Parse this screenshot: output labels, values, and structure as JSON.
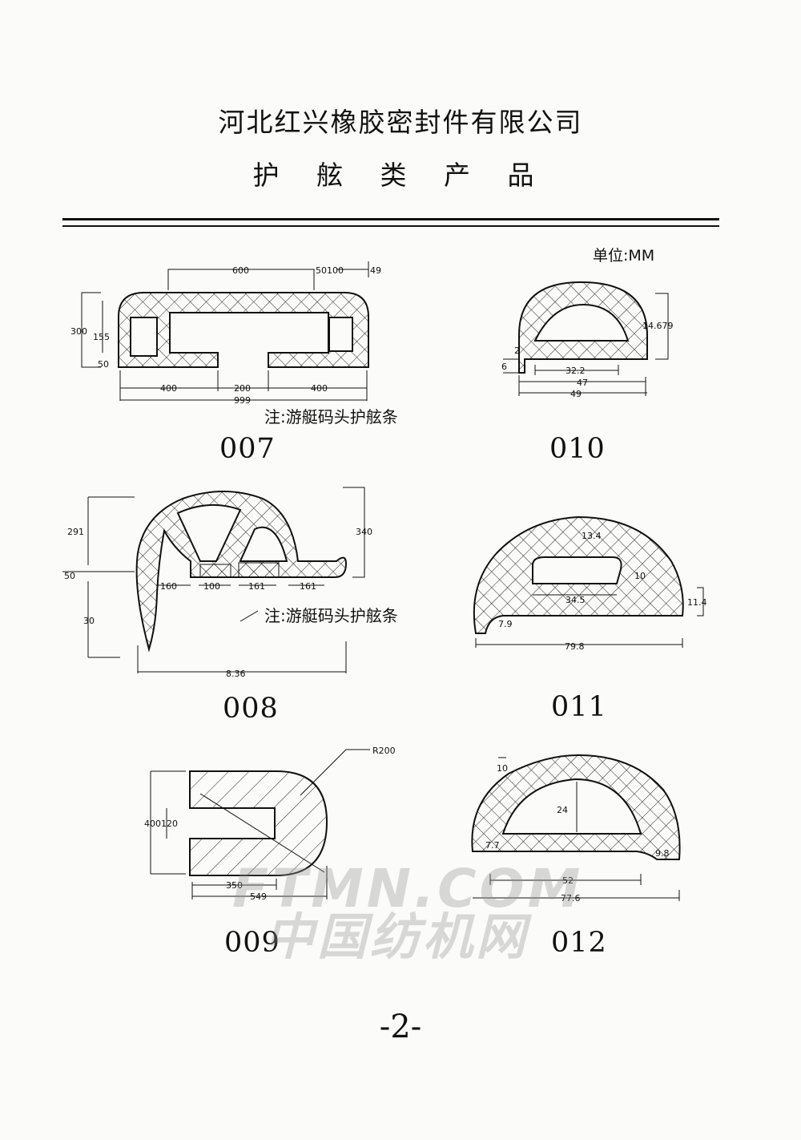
{
  "header": {
    "company": "河北红兴橡胶密封件有限公司",
    "category": "护 舷 类 产 品",
    "unit": "单位:MM"
  },
  "products": [
    {
      "code": "007",
      "note": "注:游艇码头护舷条",
      "dims": {
        "d600": "600",
        "d50_100": "50100",
        "d49": "49",
        "d300": "300",
        "d155": "155",
        "d50": "50",
        "d400a": "400",
        "d200": "200",
        "d400b": "400",
        "d999": "999"
      }
    },
    {
      "code": "010",
      "dims": {
        "d14679": "14.679",
        "d2": "2",
        "d6": "6",
        "d322": "32.2",
        "d47": "47",
        "d49": "49"
      }
    },
    {
      "code": "008",
      "note": "注:游艇码头护舷条",
      "dims": {
        "d291": "291",
        "d340": "340",
        "d50": "50",
        "d160": "160",
        "d100": "100",
        "d161a": "161",
        "d161b": "161",
        "d30": "30",
        "d836": "8.36"
      }
    },
    {
      "code": "011",
      "dims": {
        "d134": "13.4",
        "d10": "10",
        "d345": "34.5",
        "d114": "11.4",
        "d79": "7.9",
        "d798": "79.8"
      }
    },
    {
      "code": "009",
      "dims": {
        "r200": "R200",
        "d400_120": "400120",
        "d350": "350",
        "d549": "549"
      }
    },
    {
      "code": "012",
      "dims": {
        "d10": "10",
        "d24": "24",
        "d77": "7.7",
        "d98": "9.8",
        "d52": "52",
        "d776": "77.6"
      }
    }
  ],
  "watermark": {
    "line1": "FTMN.COM",
    "line2": "中国纺机网"
  },
  "page_number": "-2-"
}
